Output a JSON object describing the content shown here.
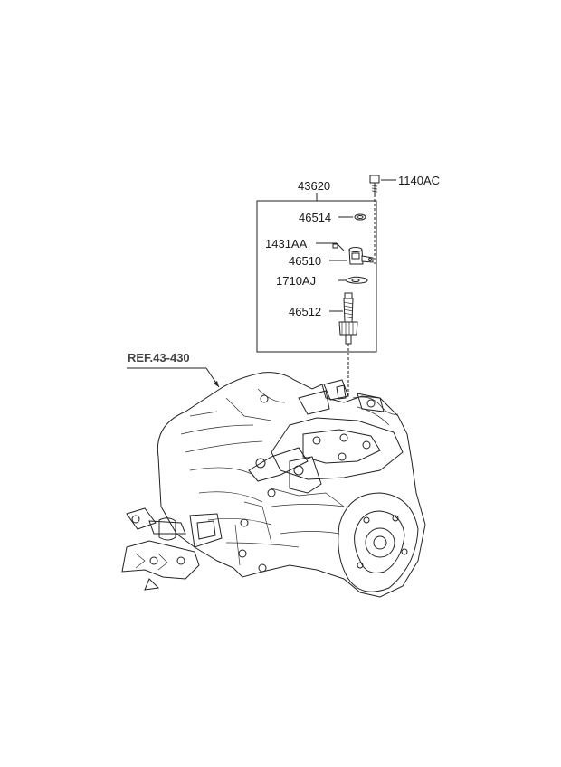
{
  "labels": {
    "assembly": "43620",
    "bolt": "1140AC",
    "oring_top": "46514",
    "pin": "1431AA",
    "sensor": "46510",
    "gasket": "1710AJ",
    "gear": "46512",
    "reference": "REF.43-430"
  }
}
